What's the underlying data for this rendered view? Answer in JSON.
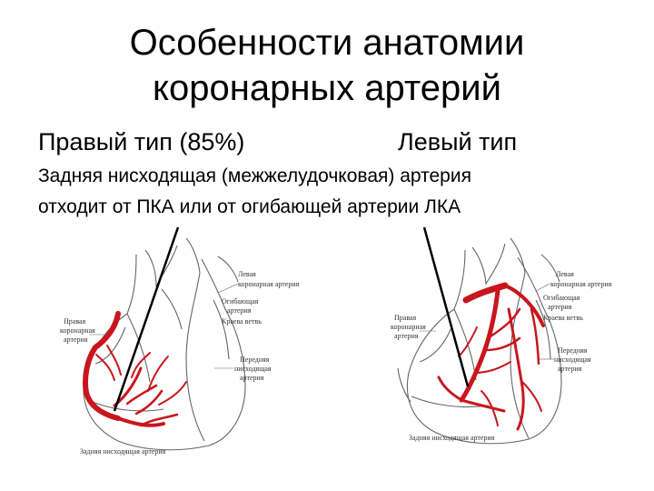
{
  "title": {
    "line1": "Особенности анатомии",
    "line2": "коронарных артерий"
  },
  "types": {
    "right": "Правый тип (85%)",
    "left": "Левый тип"
  },
  "description": {
    "line1": "Задняя нисходящая (межжелудочковая) артерия",
    "line2": "отходит от ПКА   или   от огибающей артерии ЛКА"
  },
  "left_figure": {
    "labels": {
      "lca_1": "Левая",
      "lca_2": "коронарная артерия",
      "circumflex_1": "Огибающая",
      "circumflex_2": "артерия",
      "marginal": "Краева ветвь",
      "rca_1": "Правая",
      "rca_2": "коронарная",
      "rca_3": "артерия",
      "lad_1": "Передняя",
      "lad_2": "нисходящая",
      "lad_3": "артерия",
      "pda": "Задняя нисходящая артерия"
    }
  },
  "right_figure": {
    "labels": {
      "lca_1": "Левая",
      "lca_2": "коронарная артерия",
      "circumflex_1": "Огибающая",
      "circumflex_2": "артерия",
      "marginal": "Краева ветвь",
      "rca_1": "Правая",
      "rca_2": "коронарная",
      "rca_3": "артерия",
      "lad_1": "Передняя",
      "lad_2": "нисходящая",
      "lad_3": "артерия",
      "pda": "Задняя нисходящая артерия"
    }
  },
  "colors": {
    "artery": "#c8161d",
    "outline": "#555555"
  }
}
